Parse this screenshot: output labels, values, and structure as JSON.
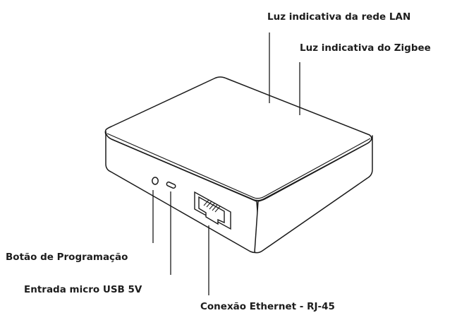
{
  "labels": {
    "lan_light": "Luz indicativa da rede LAN",
    "zigbee_light": "Luz indicativa do Zigbee",
    "program_button": "Botão de Programação",
    "micro_usb": "Entrada micro USB 5V",
    "ethernet": "Conexão Ethernet - RJ-45"
  },
  "colors": {
    "text": "#1d1d1d",
    "device_body": "#ffffff",
    "outline": "#1a1a1a"
  }
}
